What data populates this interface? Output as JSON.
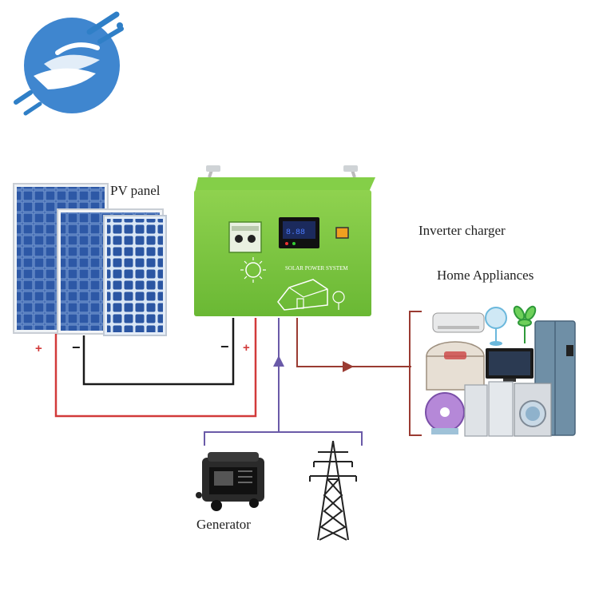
{
  "labels": {
    "pv_panel": "PV panel",
    "inverter_charger": "Inverter charger",
    "home_appliances": "Home Appliances",
    "generator": "Generator"
  },
  "inverter": {
    "front_text": "SOLAR POWER SYSTEM"
  },
  "terminals": {
    "pv_positive": "+",
    "pv_negative": "−",
    "inv_negative": "−",
    "inv_positive": "+"
  },
  "colors": {
    "brand_blue": "#2f7fc7",
    "inverter_green": "#7cc642",
    "wire_red": "#d23a3a",
    "wire_black": "#1a1a1a",
    "wire_purple": "#6a5aa8",
    "wire_brown": "#9a3b32",
    "panel_blue": "#2e5aa8"
  },
  "icons": [
    "brand-logo-icon",
    "pv-panel-icon",
    "inverter-box-icon",
    "generator-icon",
    "power-tower-icon",
    "appliance-group-icon"
  ]
}
